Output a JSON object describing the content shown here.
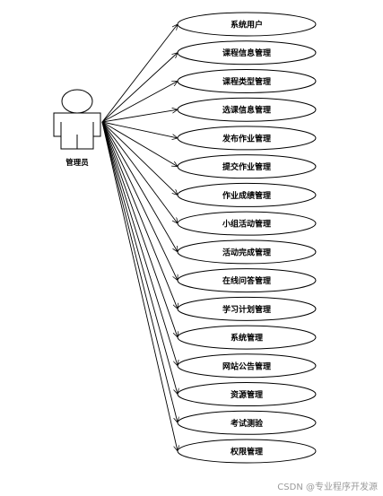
{
  "actor": {
    "name": "管理员"
  },
  "use_cases": [
    "系统用户",
    "课程信息管理",
    "课程类型管理",
    "选课信息管理",
    "发布作业管理",
    "提交作业管理",
    "作业成绩管理",
    "小组活动管理",
    "活动完成管理",
    "在线问答管理",
    "学习计划管理",
    "系统管理",
    "网站公告管理",
    "资源管理",
    "考试测验",
    "权限管理"
  ],
  "watermark": "CSDN @专业程序开发源",
  "colors": {
    "stroke": "#000000",
    "background": "#ffffff",
    "watermark": "#9a9a9a"
  }
}
